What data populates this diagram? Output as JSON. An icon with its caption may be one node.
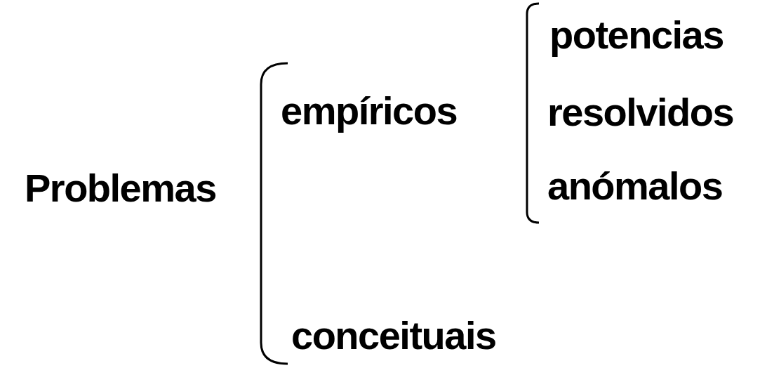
{
  "diagram": {
    "labels": [
      "Problemas",
      "empíricos",
      "potencias",
      "resolvidos",
      "anómalos",
      "conceituais"
    ]
  }
}
